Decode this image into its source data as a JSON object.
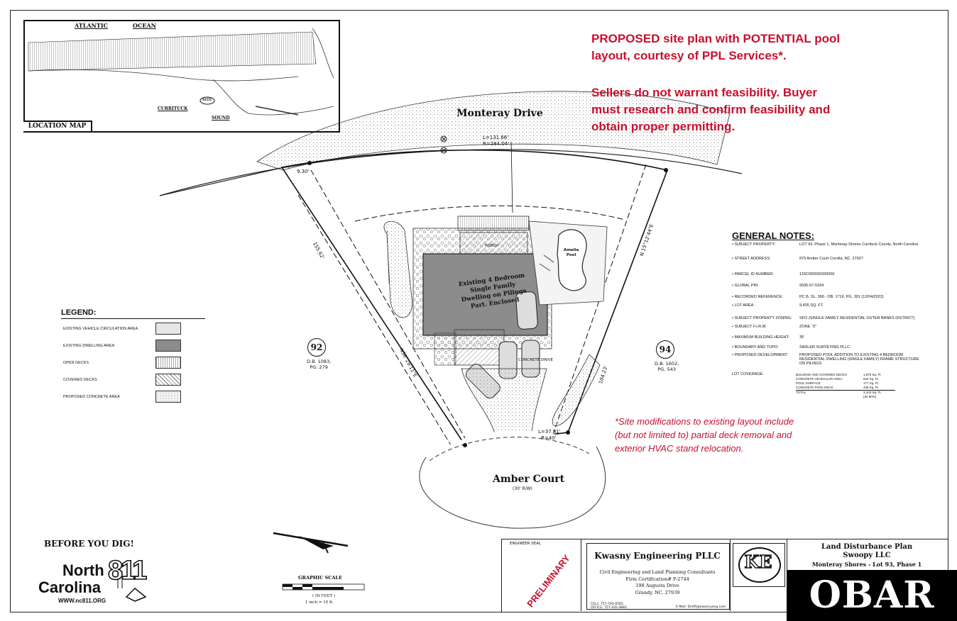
{
  "notes": {
    "proposed_line1": "PROPOSED site plan with POTENTIAL pool",
    "proposed_line2": "layout,  courtesy of PPL Services*.",
    "sellers_line1": "Sellers do not warrant feasibility.  Buyer",
    "sellers_line2": "must research and confirm feasibility and",
    "sellers_line3": "obtain proper permitting.",
    "site_mod_line1": "*Site modifications to existing layout include",
    "site_mod_line2": "(but not limited to) partial deck removal and",
    "site_mod_line3": "exterior HVAC stand relocation."
  },
  "location_map": {
    "label": "LOCATION MAP",
    "atlantic": "ATLANTIC",
    "ocean": "OCEAN",
    "site": "SITE",
    "currituck": "CURRITUCK",
    "sound": "SOUND"
  },
  "streets": {
    "monteray": "Monteray Drive",
    "amber": "Amber Court",
    "amber_row": "(30' R/W)"
  },
  "curve_labels": {
    "top_l": "L=131.66'",
    "top_r": "R=284.04'",
    "bottom_l": "L=37.81'",
    "bottom_r": "R=40'",
    "left_side": "155.62'",
    "left_bearing": "N56°28'11\"E",
    "right_side": "104.23'",
    "right_bearing": "N 15°12'44\"E",
    "top_dim": "9.30'"
  },
  "house": {
    "line1": "Existing 4 Bedroom",
    "line2": "Single Family",
    "line3": "Dwelling on Pilings",
    "line4": "Part. Enclosed",
    "pool_title": "Amelia",
    "pool_sub": "Pool",
    "porch": "PORCH",
    "drive": "CONCRETE DRIVE"
  },
  "lots": {
    "left_num": "92",
    "left_db": "D.B. 1083,",
    "left_pg": "PG. 279",
    "right_num": "94",
    "right_db": "D.B. 1602,",
    "right_pg": "PG. 543"
  },
  "general_notes": {
    "title": "GENERAL NOTES:",
    "rows": [
      {
        "label": "SUBJECT PROPERTY:",
        "value": "LOT 93, Phase 1,  Monteray Shores Currituck County, North Carolina"
      },
      {
        "label": "STREET ADDRESS:",
        "value": "875 Amber Court Corolla, NC. 27927"
      },
      {
        "label": "PARCEL ID NUMBER:",
        "value": "115C000009330000"
      },
      {
        "label": "GLOBAL PIN:",
        "value": "9935-67-5334"
      },
      {
        "label": "RECORDED REFERENCE:",
        "value": "PC B,  SL. 366 - DB. 1716,  PG. 301 (12/04/2022)"
      },
      {
        "label": "LOT AREA :",
        "value": "9,435 SQ. FT."
      },
      {
        "label": "SUBJECT PROPERTY ZONING:",
        "value": "SFO (SINGLE FAMILY RESIDENTIAL OUTER BANKS DISTRICT)"
      },
      {
        "label": "SUBJECT F.I.R.M:",
        "value": "ZONE \"X\""
      },
      {
        "label": "MAXIMUM BUILDING HEIGHT:",
        "value": "35'"
      },
      {
        "label": "BOUNDARY AND TOPO:",
        "value": "SADLER SURVEYING PLLC"
      },
      {
        "label": "PROPOSED DEVELOPMENT:",
        "value": "PROPOSED POOL ADDITION TO EXISTING 4 BEDROOM RESIDENTIAL DWELLING (SINGLE FAMILY) FRAME STRUCTURE ON PILINGS"
      }
    ],
    "coverage_label": "LOT COVERAGE:",
    "coverage": [
      {
        "item": "BUILDING AND COVERED DECKS",
        "value": "1,870 Sq. Ft."
      },
      {
        "item": "CONCRETE VEHICULAR AREA",
        "value": "622 Sq. Ft."
      },
      {
        "item": "POOL SURFACE",
        "value": "177 Sq. Ft."
      },
      {
        "item": "CONCRETE POOL DECK",
        "value": "435 Sq. Ft."
      },
      {
        "item": "TOTAL",
        "value": "3,104 Sq. Ft. (32.90%)"
      }
    ]
  },
  "legend": {
    "title": "LEGEND:",
    "items": [
      {
        "label": "EXISTING VEHICLE CIRCULATION AREA",
        "color": "#e6e6e6"
      },
      {
        "label": "EXISTING DWELLING AREA",
        "color": "#8c8c8c"
      },
      {
        "label": "OPEN DECKS",
        "color": "#ffffff"
      },
      {
        "label": "COVERED DECKS",
        "color": "#ffffff"
      },
      {
        "label": "PROPOSED CONCRETE AREA",
        "color": "#f2f2f2"
      }
    ]
  },
  "dig": {
    "before": "BEFORE YOU DIG!",
    "north": "North",
    "carolina": "Carolina",
    "num": "811",
    "url": "WWW.nc811.ORG"
  },
  "scale": {
    "title": "GRAPHIC SCALE",
    "unit": "( IN FEET )",
    "ratio": "1 inch = 10  ft."
  },
  "title_block": {
    "engineer_seal": "ENGINEER SEAL",
    "preliminary": "PRELIMINARY",
    "firm": "Kwasny Engineering PLLC",
    "sub": "Civil Engineering and Land Planning Consultants",
    "cert": "Firm Certification# P-2744",
    "addr1": "198 Augusta Drive",
    "addr2": "Grandy, NC. 27939",
    "cell": "CELL: 757-705-0565",
    "office": "OFFICE: 757-435-4883",
    "email": "E-Mail: DrefR@kwasnyeng.com",
    "logo": "KE",
    "plan_title": "Land Disturbance Plan",
    "client": "Swoopy LLC",
    "project": "Monteray Shores - Lot 93, Phase 1"
  },
  "watermark": "OBAR"
}
